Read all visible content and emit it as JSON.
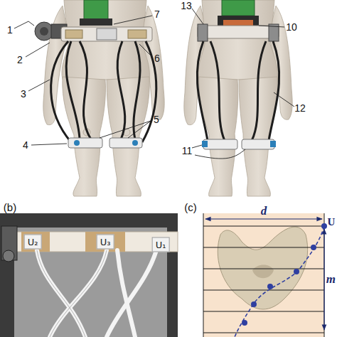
{
  "diagram": {
    "labels": [
      "1",
      "2",
      "3",
      "4",
      "5",
      "6",
      "7",
      "13",
      "10",
      "12",
      "11",
      "(b)",
      "U₂",
      "U₃",
      "U₁",
      "(c)",
      "d",
      "U",
      "m"
    ]
  }
}
